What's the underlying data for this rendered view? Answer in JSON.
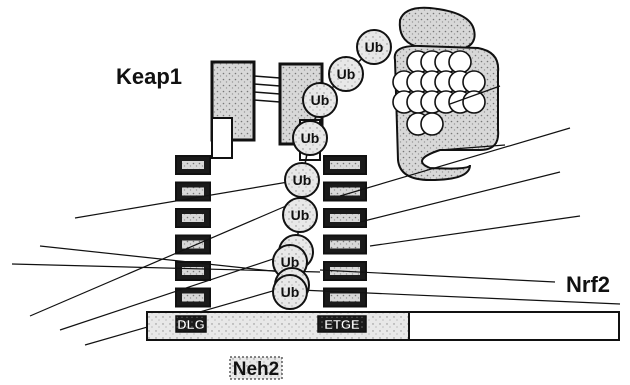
{
  "labels": {
    "keap1": "Keap1",
    "nrf2": "Nrf2",
    "neh2": "Neh2",
    "dlg": "DLG",
    "etge": "ETGE",
    "ub": "Ub"
  },
  "ubiquitin_count": 10,
  "proteasome_core_spheres": 18,
  "keap1_left_stack_blocks": 6,
  "keap1_right_stack_blocks": 6,
  "colors": {
    "ink": "#111111",
    "stipple_light": "#d8d8d8",
    "stipple_mid": "#bdbdbd",
    "block_dark": "#1a1a1a",
    "block_light": "#cfcfcf",
    "bar_fill": "#e4e4e4",
    "background": "#ffffff"
  }
}
